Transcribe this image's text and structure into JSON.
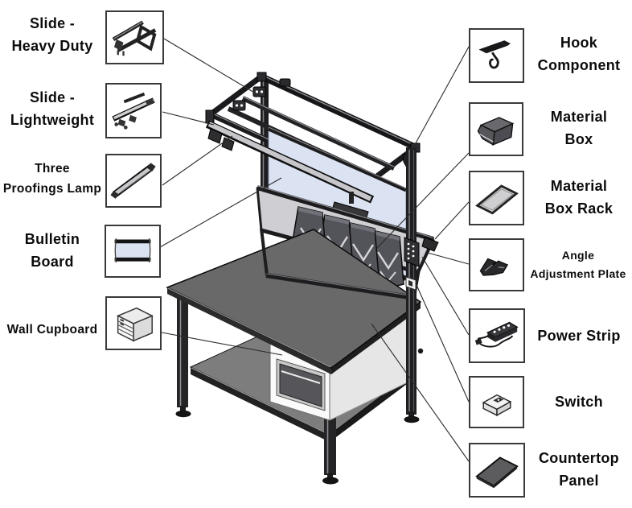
{
  "diagram": {
    "type": "labeled-parts-diagram",
    "subject": "Industrial workstation / workbench exploded-callout diagram",
    "items_left": [
      {
        "id": "slide-heavy-duty",
        "label_lines": [
          "Slide -",
          "Heavy Duty"
        ]
      },
      {
        "id": "slide-lightweight",
        "label_lines": [
          "Slide -",
          "Lightweight"
        ]
      },
      {
        "id": "three-proofings-lamp",
        "label_lines": [
          "Three",
          "Proofings Lamp"
        ]
      },
      {
        "id": "bulletin-board",
        "label_lines": [
          "Bulletin",
          "Board"
        ]
      },
      {
        "id": "wall-cupboard",
        "label_lines": [
          "Wall Cupboard"
        ]
      }
    ],
    "items_right": [
      {
        "id": "hook-component",
        "label_lines": [
          "Hook",
          "Component"
        ]
      },
      {
        "id": "material-box",
        "label_lines": [
          "Material",
          "Box"
        ]
      },
      {
        "id": "material-box-rack",
        "label_lines": [
          "Material",
          "Box Rack"
        ]
      },
      {
        "id": "angle-adjustment-plate",
        "label_lines": [
          "Angle",
          "Adjustment Plate"
        ]
      },
      {
        "id": "power-strip",
        "label_lines": [
          "Power Strip"
        ]
      },
      {
        "id": "switch",
        "label_lines": [
          "Switch"
        ]
      },
      {
        "id": "countertop-panel",
        "label_lines": [
          "Countertop",
          "Panel"
        ]
      }
    ],
    "colors": {
      "background": "#ffffff",
      "label_text": "#0c0c0c",
      "box_border": "#3a3a3a",
      "leader_line": "#2b2b2b",
      "frame_dark": "#1d1d1f",
      "bulletin_blue": "#dbe3f3",
      "lamp_gray": "#c7c7cb",
      "rack_gray": "#cfcfd3",
      "bin_gray": "#53535a",
      "countertop_gray": "#696969",
      "shelf_gray": "#7d7d7d",
      "cabinet_white": "#fafafa"
    }
  }
}
